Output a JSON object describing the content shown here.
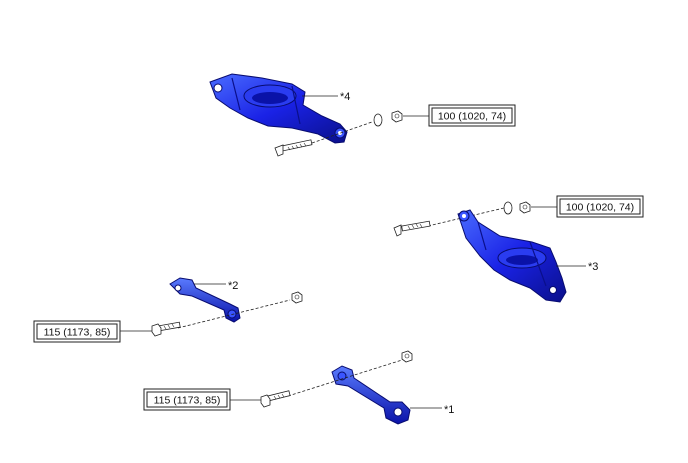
{
  "callouts": {
    "c1": "*1",
    "c2": "*2",
    "c3": "*3",
    "c4": "*4"
  },
  "torque_labels": {
    "upper_arm_nut": "100 (1020, 74)",
    "right_arm_nut": "100 (1020, 74)",
    "link2_bolt": "115 (1173, 85)",
    "link1_bolt": "115 (1173, 85)"
  },
  "colors": {
    "part_blue": "#1a22e6",
    "part_dark": "#0a0f8a",
    "part_light": "#5a7bff",
    "line": "#111111"
  }
}
